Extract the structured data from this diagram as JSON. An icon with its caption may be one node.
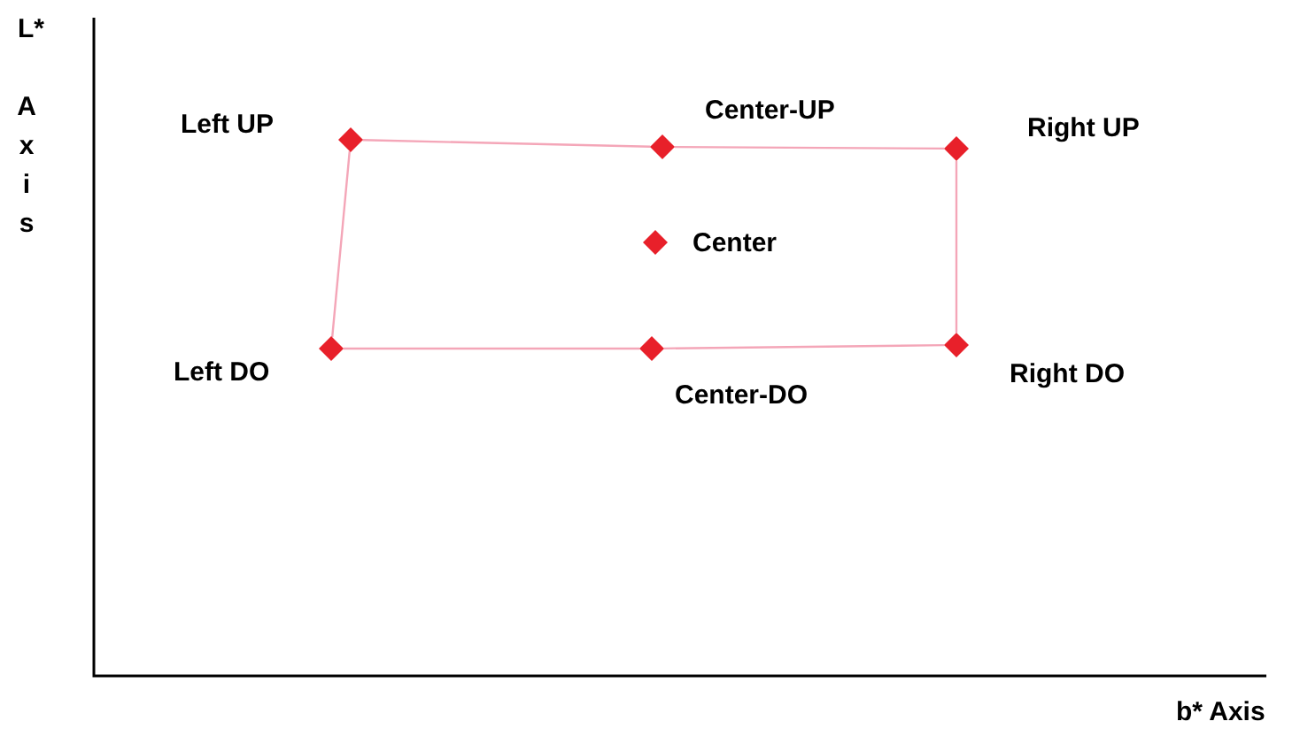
{
  "diagram": {
    "nodes": [
      {
        "text": [],
        "shape": "diamond",
        "beside": [
          "Left UP"
        ]
      },
      {
        "text": [],
        "shape": "diamond",
        "beside": [
          "Center-UP"
        ]
      },
      {
        "text": [],
        "shape": "diamond",
        "beside": [
          "Right UP"
        ]
      },
      {
        "text": [],
        "shape": "diamond",
        "beside": [
          "Center"
        ]
      },
      {
        "text": [],
        "shape": "diamond",
        "beside": [
          "Left DO"
        ]
      },
      {
        "text": [],
        "shape": "diamond",
        "beside": [
          "Center-DO"
        ]
      },
      {
        "text": [],
        "shape": "diamond",
        "beside": [
          "Right DO"
        ]
      }
    ],
    "edges": [
      {
        "from": 0,
        "to": 1,
        "arrow": "none",
        "color": "#f4a6b8"
      },
      {
        "from": 1,
        "to": 2,
        "arrow": "none",
        "color": "#f4a6b8"
      },
      {
        "from": 2,
        "to": 6,
        "arrow": "none",
        "color": "#f4a6b8"
      },
      {
        "from": 6,
        "to": 5,
        "arrow": "none",
        "color": "#f4a6b8"
      },
      {
        "from": 5,
        "to": 4,
        "arrow": "none",
        "color": "#f4a6b8"
      },
      {
        "from": 4,
        "to": 0,
        "arrow": "none",
        "color": "#f4a6b8"
      }
    ],
    "labels": [
      "L*",
      "Axis",
      "b* Axis"
    ]
  }
}
